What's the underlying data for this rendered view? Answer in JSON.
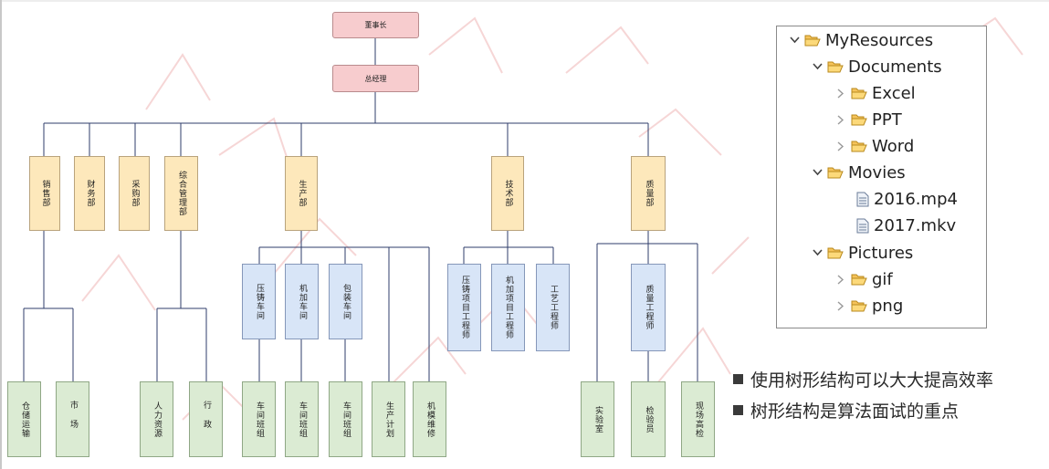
{
  "org_chart": {
    "chairman": "董事长",
    "gm": "总经理",
    "depts": {
      "sales": "销售部",
      "finance": "财务部",
      "purchasing": "采购部",
      "general_mgmt": "综合管理部",
      "production": "生产部",
      "technology": "技术部",
      "quality": "质量部"
    },
    "sales_children": [
      "仓储运输",
      "市场"
    ],
    "general_children": [
      "人力资源",
      "行政"
    ],
    "production_workshops": [
      "压铸车间",
      "机加车间",
      "包装车间"
    ],
    "production_direct": [
      "生产计划",
      "机模维修"
    ],
    "workshop_team": "车间班组",
    "tech_children": [
      "压铸项目工程师",
      "机加项目工程师",
      "工艺工程师"
    ],
    "quality_engineer": "质量工程师",
    "quality_children": [
      "实验室",
      "检验员",
      "现场高检"
    ]
  },
  "file_tree": {
    "root": "MyResources",
    "documents": "Documents",
    "excel": "Excel",
    "ppt": "PPT",
    "word": "Word",
    "movies": "Movies",
    "movie1": "2016.mp4",
    "movie2": "2017.mkv",
    "pictures": "Pictures",
    "gif": "gif",
    "png": "png"
  },
  "bullets": [
    "使用树形结构可以大大提高效率",
    "树形结构是算法面试的重点"
  ],
  "colors": {
    "top": "#f7ccce",
    "dept": "#fde8bb",
    "sub": "#d8e5f7",
    "leaf": "#dbebd3",
    "line": "#2f3e6b"
  }
}
